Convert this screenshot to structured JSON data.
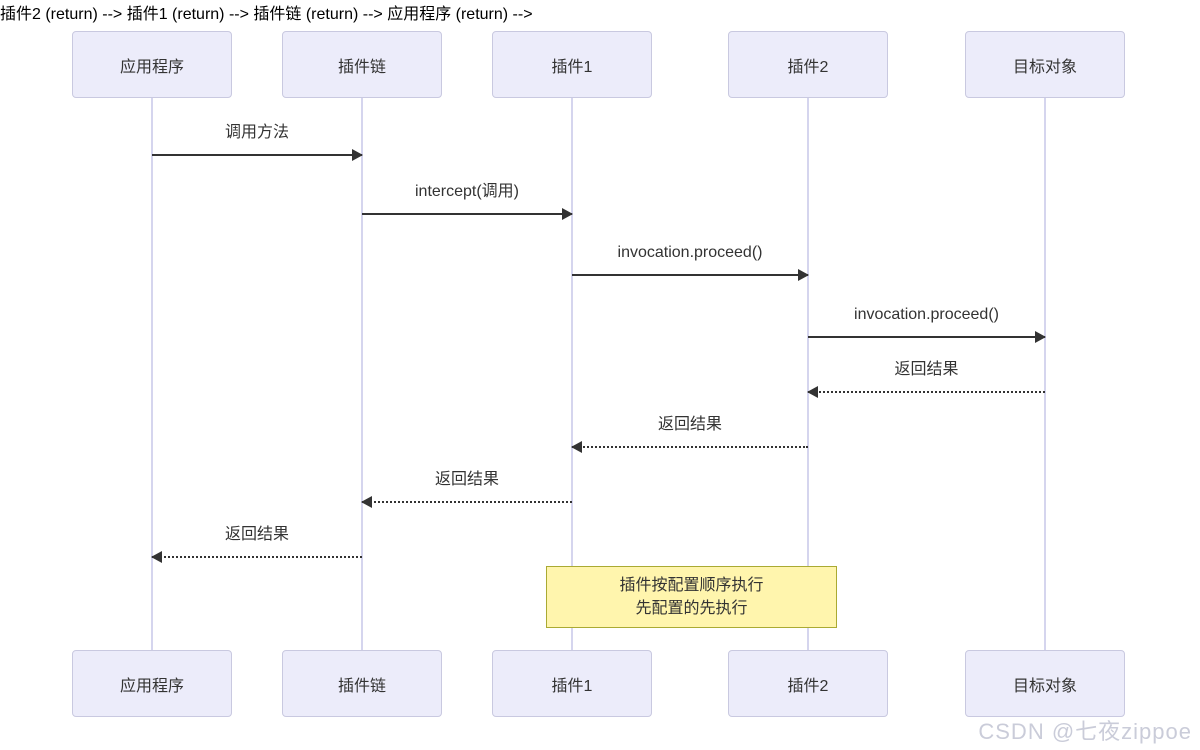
{
  "diagram": {
    "type": "sequence",
    "actors": [
      {
        "id": "app",
        "label": "应用程序"
      },
      {
        "id": "chain",
        "label": "插件链"
      },
      {
        "id": "plugin1",
        "label": "插件1"
      },
      {
        "id": "plugin2",
        "label": "插件2"
      },
      {
        "id": "target",
        "label": "目标对象"
      }
    ],
    "messages": [
      {
        "from": "应用程序",
        "to": "插件链",
        "label": "调用方法",
        "style": "solid",
        "direction": "right"
      },
      {
        "from": "插件链",
        "to": "插件1",
        "label": "intercept(调用)",
        "style": "solid",
        "direction": "right"
      },
      {
        "from": "插件1",
        "to": "插件2",
        "label": "invocation.proceed()",
        "style": "solid",
        "direction": "right"
      },
      {
        "from": "插件2",
        "to": "目标对象",
        "label": "invocation.proceed()",
        "style": "solid",
        "direction": "right"
      },
      {
        "from": "目标对象",
        "to": "插件2",
        "label": "返回结果",
        "style": "dashed",
        "direction": "left"
      },
      {
        "from": "插件2",
        "to": "插件1",
        "label": "返回结果",
        "style": "dashed",
        "direction": "left"
      },
      {
        "from": "插件1",
        "to": "插件链",
        "label": "返回结果",
        "style": "dashed",
        "direction": "left"
      },
      {
        "from": "插件链",
        "to": "应用程序",
        "label": "返回结果",
        "style": "dashed",
        "direction": "left"
      }
    ],
    "note": {
      "lines": [
        "插件按配置顺序执行",
        "先配置的先执行"
      ]
    },
    "colors": {
      "actor_fill": "#ececfa",
      "actor_border": "#c9c9e0",
      "lifeline": "#d5d5ee",
      "message_line": "#333333",
      "note_fill": "#fff5ad",
      "note_border": "#aaaa33",
      "watermark": "#caccd9"
    }
  },
  "watermark": {
    "text": "CSDN @七夜zippoe"
  }
}
